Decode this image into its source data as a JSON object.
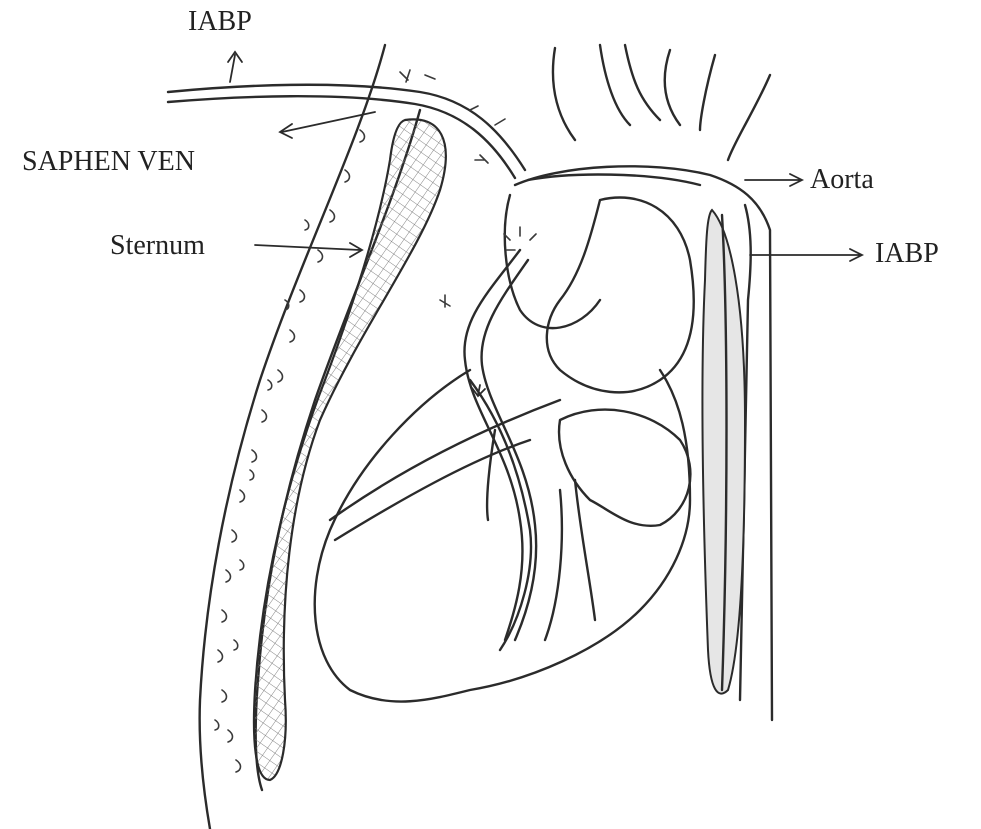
{
  "labels": {
    "iabp_top": "IABP",
    "saphen_ven": "SAPHEN VEN",
    "sternum": "Sternum",
    "aorta": "Aorta",
    "iabp_right": "IABP"
  },
  "colors": {
    "ink": "#2b2b2b",
    "background": "#ffffff",
    "shading": "#e6e6e6"
  }
}
